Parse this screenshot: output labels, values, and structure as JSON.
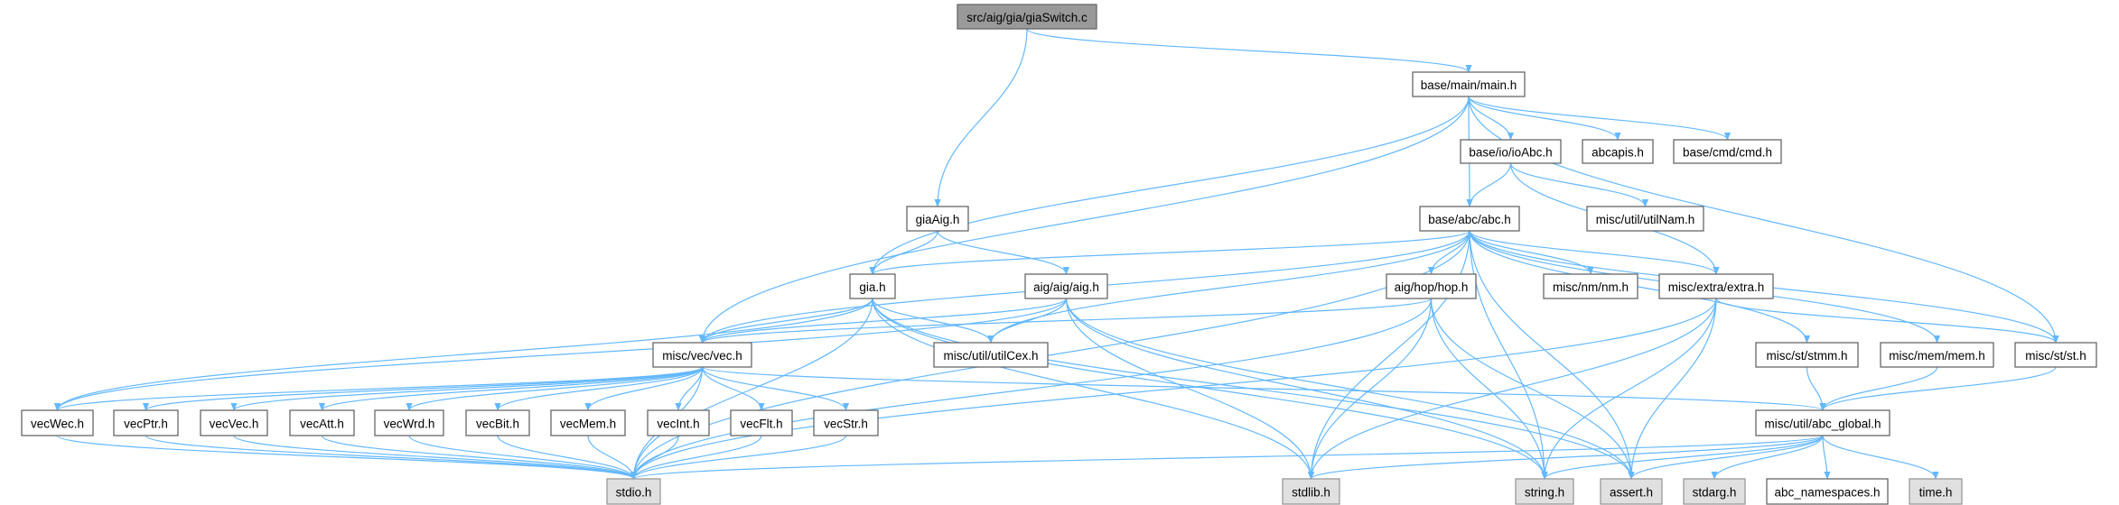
{
  "colors": {
    "edge": "#63b8ff",
    "root_fill": "#999999",
    "system_fill": "#e0e0e0",
    "local_fill": "#ffffff"
  },
  "nodes": {
    "root": {
      "label": "src/aig/gia/giaSwitch.c",
      "kind": "root"
    },
    "main": {
      "label": "base/main/main.h",
      "kind": "local"
    },
    "ioAbc": {
      "label": "base/io/ioAbc.h",
      "kind": "local"
    },
    "abcapis": {
      "label": "abcapis.h",
      "kind": "local"
    },
    "cmd": {
      "label": "base/cmd/cmd.h",
      "kind": "local"
    },
    "giaAig": {
      "label": "giaAig.h",
      "kind": "local"
    },
    "abc": {
      "label": "base/abc/abc.h",
      "kind": "local"
    },
    "utilNam": {
      "label": "misc/util/utilNam.h",
      "kind": "local"
    },
    "gia": {
      "label": "gia.h",
      "kind": "local"
    },
    "aig": {
      "label": "aig/aig/aig.h",
      "kind": "local"
    },
    "hop": {
      "label": "aig/hop/hop.h",
      "kind": "local"
    },
    "nm": {
      "label": "misc/nm/nm.h",
      "kind": "local"
    },
    "extra": {
      "label": "misc/extra/extra.h",
      "kind": "local"
    },
    "vec": {
      "label": "misc/vec/vec.h",
      "kind": "local"
    },
    "utilCex": {
      "label": "misc/util/utilCex.h",
      "kind": "local"
    },
    "stmm": {
      "label": "misc/st/stmm.h",
      "kind": "local"
    },
    "mem": {
      "label": "misc/mem/mem.h",
      "kind": "local"
    },
    "st": {
      "label": "misc/st/st.h",
      "kind": "local"
    },
    "vecWec": {
      "label": "vecWec.h",
      "kind": "local"
    },
    "vecPtr": {
      "label": "vecPtr.h",
      "kind": "local"
    },
    "vecVec": {
      "label": "vecVec.h",
      "kind": "local"
    },
    "vecAtt": {
      "label": "vecAtt.h",
      "kind": "local"
    },
    "vecWrd": {
      "label": "vecWrd.h",
      "kind": "local"
    },
    "vecBit": {
      "label": "vecBit.h",
      "kind": "local"
    },
    "vecMem": {
      "label": "vecMem.h",
      "kind": "local"
    },
    "vecInt": {
      "label": "vecInt.h",
      "kind": "local"
    },
    "vecFlt": {
      "label": "vecFlt.h",
      "kind": "local"
    },
    "vecStr": {
      "label": "vecStr.h",
      "kind": "local"
    },
    "abc_global": {
      "label": "misc/util/abc_global.h",
      "kind": "local"
    },
    "stdio": {
      "label": "stdio.h",
      "kind": "system"
    },
    "stdlib": {
      "label": "stdlib.h",
      "kind": "system"
    },
    "string": {
      "label": "string.h",
      "kind": "system"
    },
    "assert": {
      "label": "assert.h",
      "kind": "system"
    },
    "stdarg": {
      "label": "stdarg.h",
      "kind": "system"
    },
    "abc_namespaces": {
      "label": "abc_namespaces.h",
      "kind": "local"
    },
    "time": {
      "label": "time.h",
      "kind": "system"
    }
  },
  "edges": [
    [
      "root",
      "main"
    ],
    [
      "root",
      "giaAig"
    ],
    [
      "main",
      "gia"
    ],
    [
      "main",
      "vec"
    ],
    [
      "main",
      "abc"
    ],
    [
      "main",
      "ioAbc"
    ],
    [
      "main",
      "abcapis"
    ],
    [
      "main",
      "cmd"
    ],
    [
      "main",
      "st"
    ],
    [
      "ioAbc",
      "abc"
    ],
    [
      "ioAbc",
      "utilNam"
    ],
    [
      "ioAbc",
      "extra"
    ],
    [
      "giaAig",
      "gia"
    ],
    [
      "giaAig",
      "aig"
    ],
    [
      "abc",
      "gia"
    ],
    [
      "abc",
      "vec"
    ],
    [
      "abc",
      "utilCex"
    ],
    [
      "abc",
      "stdio"
    ],
    [
      "abc",
      "stdlib"
    ],
    [
      "abc",
      "string"
    ],
    [
      "abc",
      "assert"
    ],
    [
      "abc",
      "hop"
    ],
    [
      "abc",
      "nm"
    ],
    [
      "abc",
      "extra"
    ],
    [
      "abc",
      "stmm"
    ],
    [
      "abc",
      "mem"
    ],
    [
      "abc",
      "st"
    ],
    [
      "gia",
      "vec"
    ],
    [
      "gia",
      "utilCex"
    ],
    [
      "gia",
      "stdio"
    ],
    [
      "gia",
      "stdlib"
    ],
    [
      "gia",
      "string"
    ],
    [
      "gia",
      "assert"
    ],
    [
      "gia",
      "vecWec"
    ],
    [
      "aig",
      "vec"
    ],
    [
      "aig",
      "utilCex"
    ],
    [
      "aig",
      "stdlib"
    ],
    [
      "aig",
      "string"
    ],
    [
      "aig",
      "assert"
    ],
    [
      "aig",
      "vecWec"
    ],
    [
      "hop",
      "vec"
    ],
    [
      "hop",
      "stdio"
    ],
    [
      "hop",
      "stdlib"
    ],
    [
      "hop",
      "string"
    ],
    [
      "hop",
      "assert"
    ],
    [
      "extra",
      "stdio"
    ],
    [
      "extra",
      "stdlib"
    ],
    [
      "extra",
      "string"
    ],
    [
      "extra",
      "assert"
    ],
    [
      "extra",
      "st"
    ],
    [
      "vec",
      "vecWec"
    ],
    [
      "vec",
      "vecPtr"
    ],
    [
      "vec",
      "vecVec"
    ],
    [
      "vec",
      "vecAtt"
    ],
    [
      "vec",
      "vecWrd"
    ],
    [
      "vec",
      "vecBit"
    ],
    [
      "vec",
      "vecMem"
    ],
    [
      "vec",
      "vecInt"
    ],
    [
      "vec",
      "vecFlt"
    ],
    [
      "vec",
      "vecStr"
    ],
    [
      "vec",
      "stdio"
    ],
    [
      "vec",
      "abc_global"
    ],
    [
      "vecWec",
      "stdio"
    ],
    [
      "vecPtr",
      "stdio"
    ],
    [
      "vecVec",
      "stdio"
    ],
    [
      "vecAtt",
      "stdio"
    ],
    [
      "vecWrd",
      "stdio"
    ],
    [
      "vecBit",
      "stdio"
    ],
    [
      "vecMem",
      "stdio"
    ],
    [
      "vecInt",
      "stdio"
    ],
    [
      "vecFlt",
      "stdio"
    ],
    [
      "vecStr",
      "stdio"
    ],
    [
      "stmm",
      "abc_global"
    ],
    [
      "mem",
      "abc_global"
    ],
    [
      "st",
      "abc_global"
    ],
    [
      "abc_global",
      "stdio"
    ],
    [
      "abc_global",
      "stdlib"
    ],
    [
      "abc_global",
      "string"
    ],
    [
      "abc_global",
      "assert"
    ],
    [
      "abc_global",
      "stdarg"
    ],
    [
      "abc_global",
      "abc_namespaces"
    ],
    [
      "abc_global",
      "time"
    ]
  ]
}
